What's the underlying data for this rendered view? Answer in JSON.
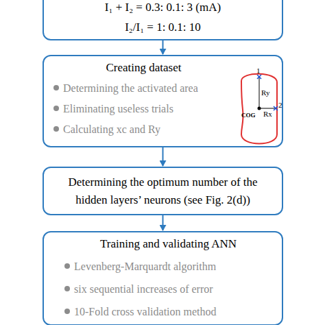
{
  "diagram": {
    "nodes": [
      {
        "text": [
          "I₁ + I₂ = 0.3: 0.1: 3 (mA)",
          "I₂/I₁ = 1: 0.1: 10"
        ]
      },
      {
        "text": [
          "Creating dataset",
          "Determining the activated area",
          "Eliminating useless trials",
          "Calculating xc and Ry"
        ]
      },
      {
        "text": [
          "Determining the optimum number of the hidden layers’ neurons (see Fig. 2(d))"
        ]
      },
      {
        "text": [
          "Training and validating ANN",
          "Levenberg-Marquardt algorithm",
          "six sequential increases of error",
          "10-Fold cross validation method"
        ]
      }
    ],
    "edges": [
      {
        "from": 0,
        "to": 1,
        "arrow": "to"
      },
      {
        "from": 1,
        "to": 2,
        "arrow": "to"
      },
      {
        "from": 2,
        "to": 3,
        "arrow": "to"
      }
    ],
    "labels": [
      "1",
      "2",
      "Ry",
      "Rx",
      "COG"
    ]
  }
}
